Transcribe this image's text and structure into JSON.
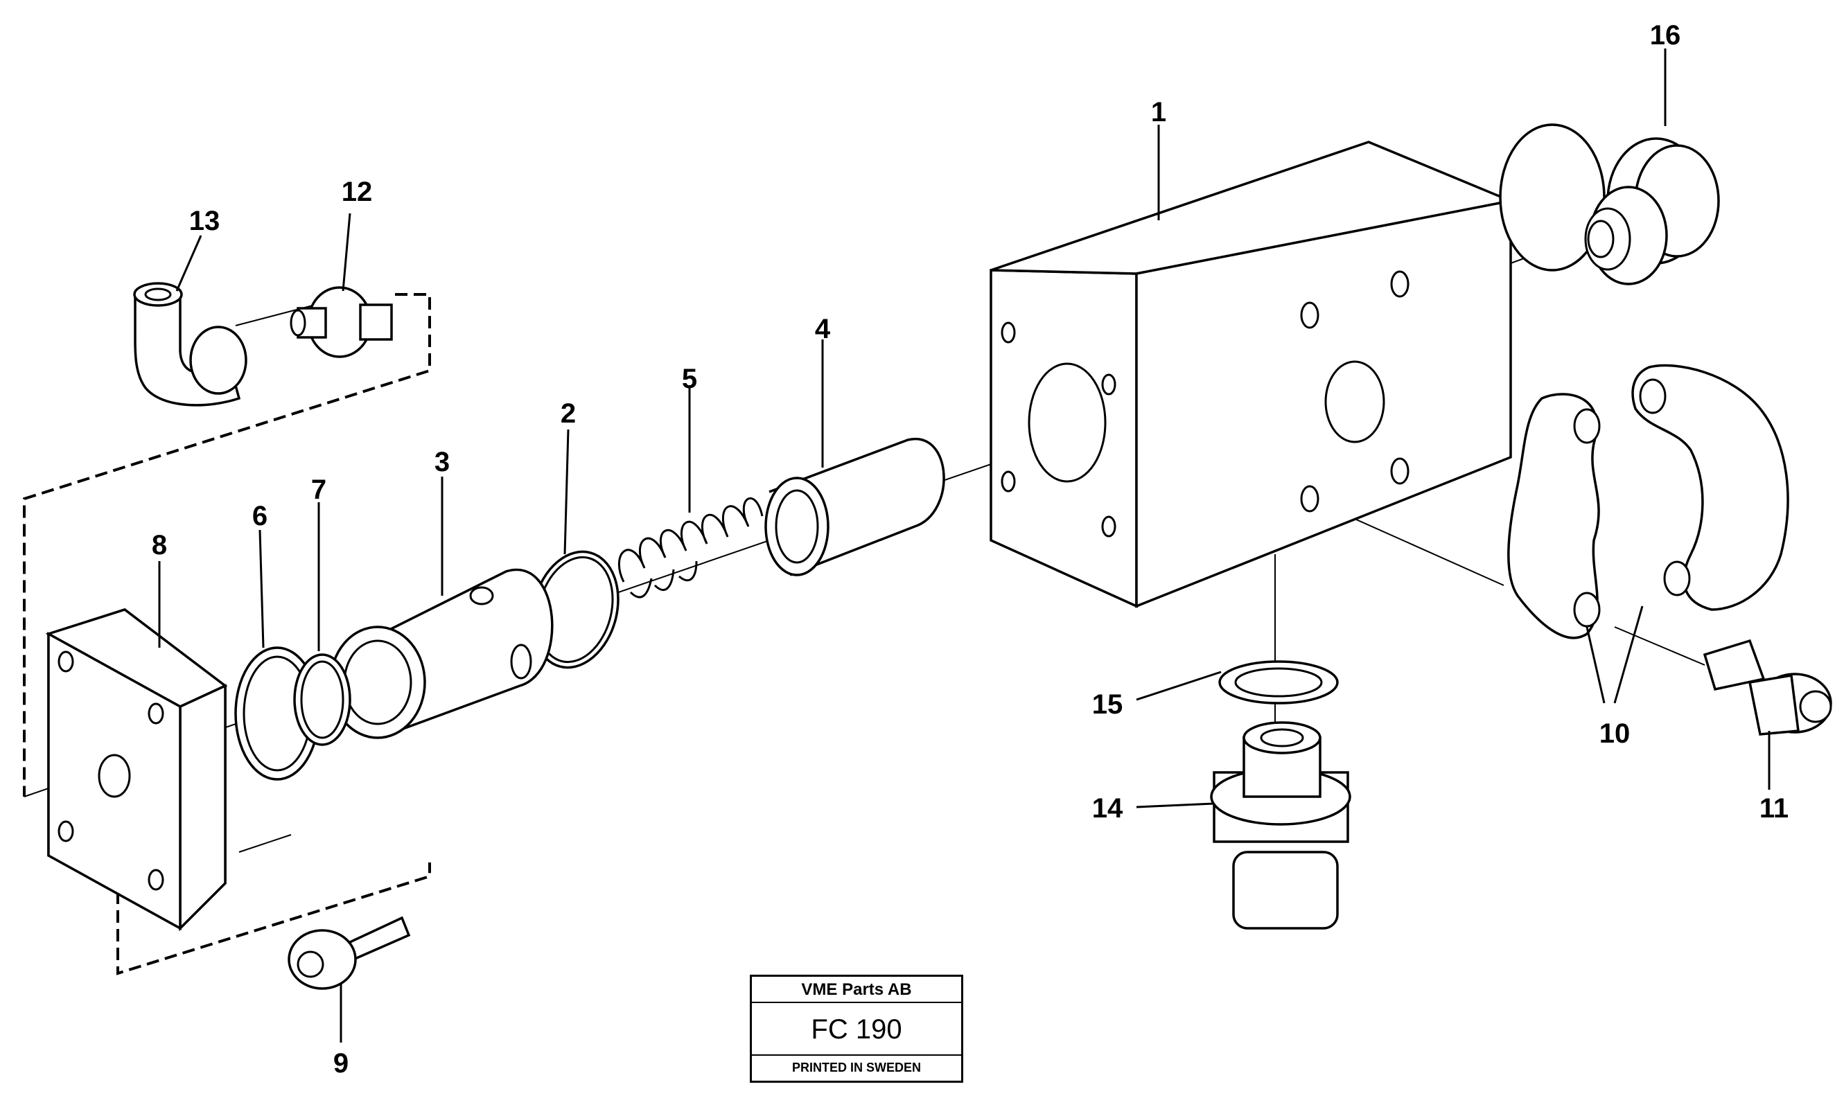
{
  "callouts": {
    "c1": "1",
    "c2": "2",
    "c3": "3",
    "c4": "4",
    "c5": "5",
    "c6": "6",
    "c7": "7",
    "c8": "8",
    "c9": "9",
    "c10": "10",
    "c11": "11",
    "c12": "12",
    "c13": "13",
    "c14": "14",
    "c15": "15",
    "c16": "16"
  },
  "plate": {
    "company": "VME Parts AB",
    "code": "FC 190",
    "printed": "PRINTED IN SWEDEN"
  }
}
